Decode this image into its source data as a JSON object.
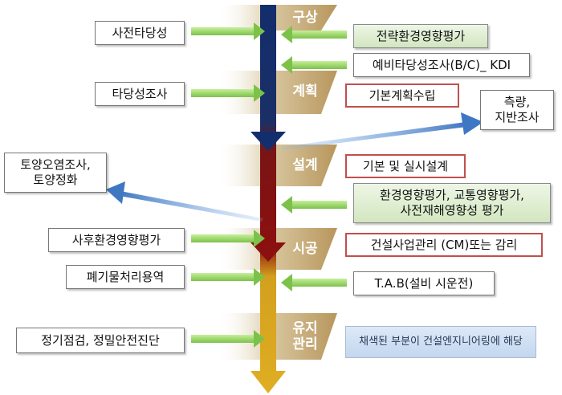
{
  "stages": {
    "s1": "구상",
    "s2": "계획",
    "s3": "설계",
    "s4": "시공",
    "s5": "유지\n관리"
  },
  "left_items": {
    "l1": "사전타당성",
    "l2": "타당성조사",
    "l3": "토양오염조사,\n토양정화",
    "l4": "사후환경영향평가",
    "l5": "폐기물처리용역",
    "l6": "정기점검, 정밀안전진단"
  },
  "right_items": {
    "r1": "전략환경영향평가",
    "r2": "예비타당성조사(B/C)_ KDI",
    "r3": "기본계획수립",
    "r4": "측량,\n지반조사",
    "r5": "기본 및 실시설계",
    "r6": "환경영향평가, 교통영향평가,\n사전재해영향성 평가",
    "r7": "건설사업관리 (CM)또는 감리",
    "r8": "T.A.B(설비 시운전)"
  },
  "note": "채색된 부분이 건설엔지니어링에 해당",
  "colors": {
    "arrow_top": "#132e6c",
    "arrow_mid": "#8b1010",
    "arrow_bottom": "#d6a21a",
    "highlight_border": "#c0504d",
    "green_arrow": "#8fd05a",
    "blue_arrow": "#4f86c8"
  }
}
